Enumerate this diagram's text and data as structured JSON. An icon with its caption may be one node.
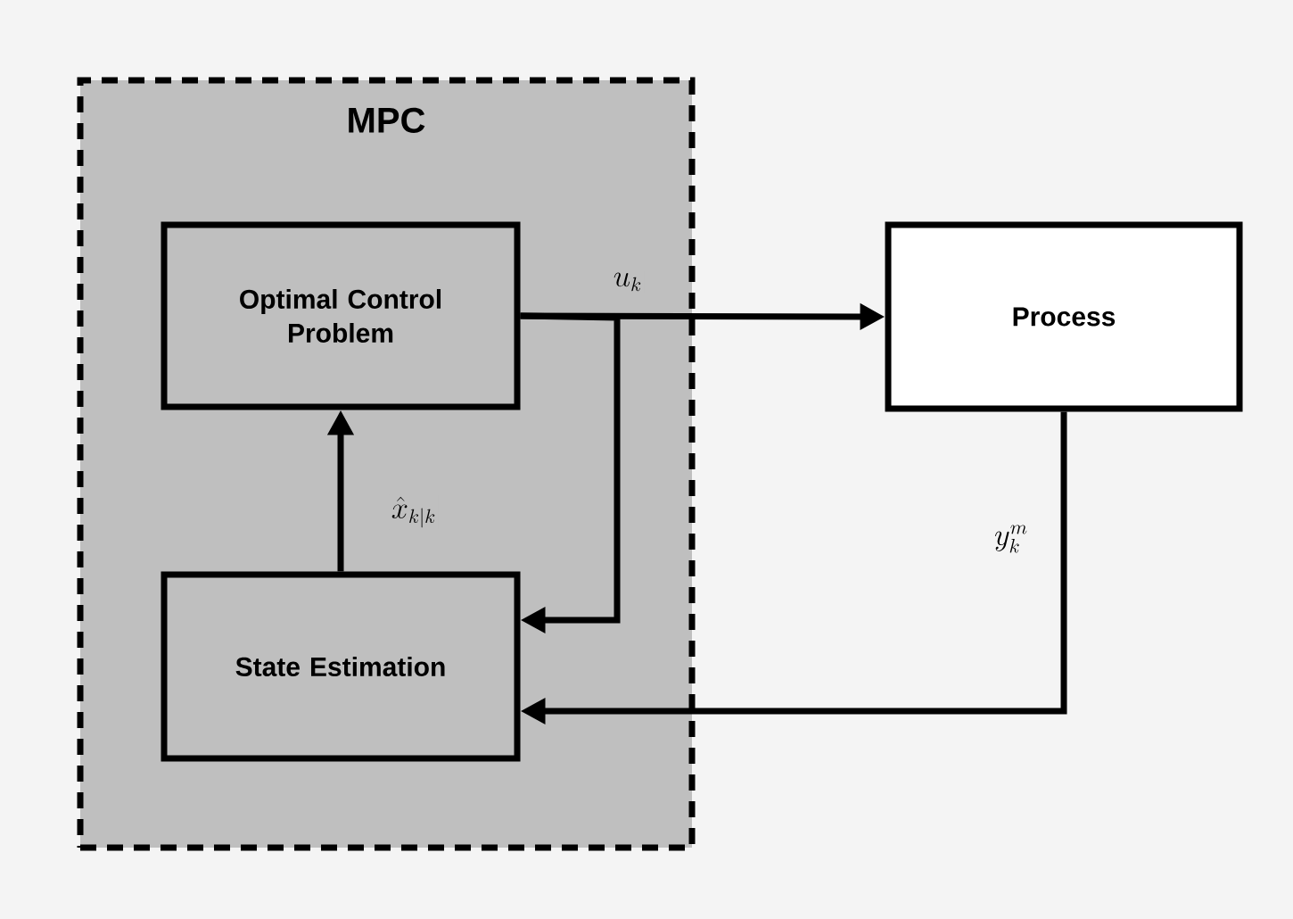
{
  "diagram": {
    "nodes": [
      {
        "text": [
          "MPC"
        ]
      },
      {
        "text": [
          "Optimal Control Problem"
        ],
        "in": 0
      },
      {
        "text": [
          "State Estimation"
        ],
        "in": 0
      },
      {
        "text": [
          "Process"
        ]
      }
    ],
    "edges": [
      {
        "from": 1,
        "to": 3,
        "arrow": "to",
        "label": "u_k"
      },
      {
        "from": 1,
        "to": 2,
        "arrow": "to"
      },
      {
        "from": 2,
        "to": 1,
        "arrow": "to",
        "label": "\\hat{x}_{k|k}"
      },
      {
        "from": 3,
        "to": 2,
        "arrow": "to",
        "label": "y_k^m"
      }
    ]
  }
}
